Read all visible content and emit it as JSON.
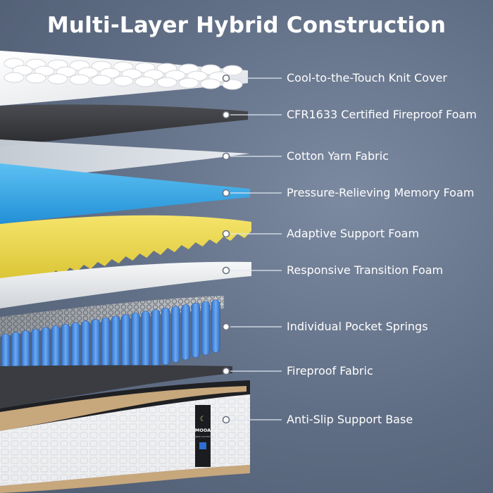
{
  "title": "Multi-Layer Hybrid Construction",
  "layers": [
    {
      "label": "Cool-to-the-Touch Knit Cover",
      "icon": "knit-cover"
    },
    {
      "label": "CFR1633 Certified Fireproof Foam",
      "icon": "fireproof-foam"
    },
    {
      "label": "Cotton Yarn Fabric",
      "icon": "cotton-fabric"
    },
    {
      "label": "Pressure-Relieving Memory Foam",
      "icon": "memory-foam"
    },
    {
      "label": "Adaptive Support Foam",
      "icon": "support-foam"
    },
    {
      "label": "Responsive Transition Foam",
      "icon": "transition-foam"
    },
    {
      "label": "Individual Pocket Springs",
      "icon": "pocket-springs"
    },
    {
      "label": "Fireproof Fabric",
      "icon": "fireproof-fabric"
    },
    {
      "label": "Anti-Slip Support Base",
      "icon": "support-base"
    }
  ],
  "brand": {
    "name": "MOOA",
    "tagline": "HYBRID MATTRESS"
  },
  "colors": {
    "knit": "#f1f2f4",
    "fireproof": "#3b3d41",
    "cotton": "#dfe4ea",
    "memory": "#37a6e6",
    "support": "#ecd84a",
    "transition": "#e9ebee",
    "springs": "#4b8fe0",
    "base": "#c9a97f",
    "marker": "#ffffff",
    "leader": "#dfe6ef"
  }
}
